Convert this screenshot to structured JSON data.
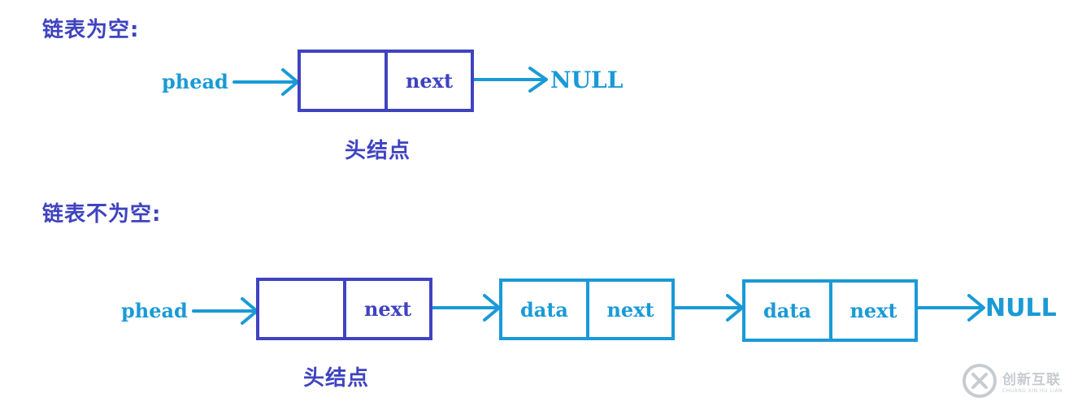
{
  "colors": {
    "dark_blue": "#3f43c0",
    "light_blue": "#1a9ad6",
    "watermark": "#9aa3ad"
  },
  "empty_section": {
    "title": "链表为空:",
    "pointer_label": "phead",
    "head_node": {
      "data": "",
      "next": "next"
    },
    "head_caption": "头结点",
    "null_label": "NULL"
  },
  "nonempty_section": {
    "title": "链表不为空:",
    "pointer_label": "phead",
    "head_node": {
      "data": "",
      "next": "next"
    },
    "head_caption": "头结点",
    "nodes": [
      {
        "data": "data",
        "next": "next"
      },
      {
        "data": "data",
        "next": "next"
      }
    ],
    "null_label": "NULL"
  },
  "watermark": {
    "name": "创新互联",
    "subtitle": "CHUANG XIN HU LIAN"
  }
}
